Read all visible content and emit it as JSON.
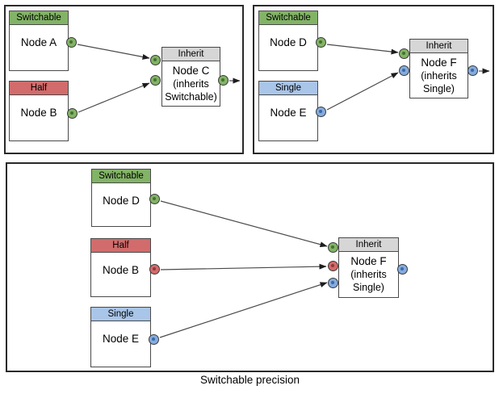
{
  "caption": "Switchable precision",
  "colors": {
    "switchable_green": "#82b366",
    "half_red": "#d26b6b",
    "single_blue": "#a9c5e8",
    "inherit_gray": "#d6d6d6",
    "port_blue": "#85abdd",
    "node_border": "#4a4a4a",
    "panel_border": "#2a2a2a"
  },
  "panels": {
    "top_left": {
      "node_a": {
        "header": "Switchable",
        "name": "Node A"
      },
      "node_b": {
        "header": "Half",
        "name": "Node B"
      },
      "node_c": {
        "header": "Inherit",
        "name": "Node C",
        "inherits": "(inherits Switchable)"
      }
    },
    "top_right": {
      "node_d": {
        "header": "Switchable",
        "name": "Node D"
      },
      "node_e": {
        "header": "Single",
        "name": "Node E"
      },
      "node_f": {
        "header": "Inherit",
        "name": "Node F",
        "inherits": "(inherits Single)"
      }
    },
    "bottom": {
      "node_d": {
        "header": "Switchable",
        "name": "Node D"
      },
      "node_b": {
        "header": "Half",
        "name": "Node B"
      },
      "node_e": {
        "header": "Single",
        "name": "Node E"
      },
      "node_f": {
        "header": "Inherit",
        "name": "Node F",
        "inherits": "(inherits Single)"
      }
    }
  }
}
